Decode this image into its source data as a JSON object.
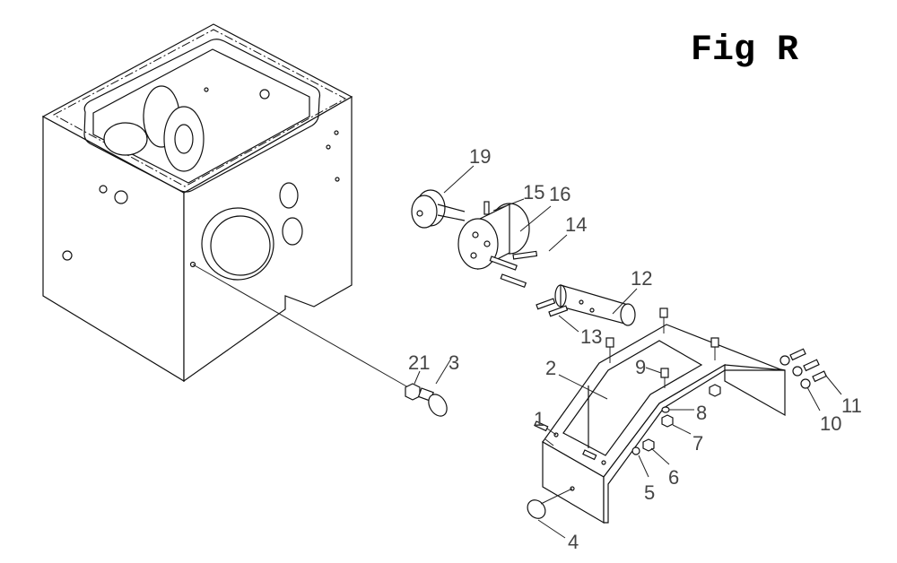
{
  "figure": {
    "title": "Fig R"
  },
  "callouts": [
    "1",
    "2",
    "3",
    "4",
    "5",
    "6",
    "7",
    "8",
    "9",
    "10",
    "11",
    "12",
    "13",
    "14",
    "15",
    "16",
    "19",
    "21"
  ]
}
